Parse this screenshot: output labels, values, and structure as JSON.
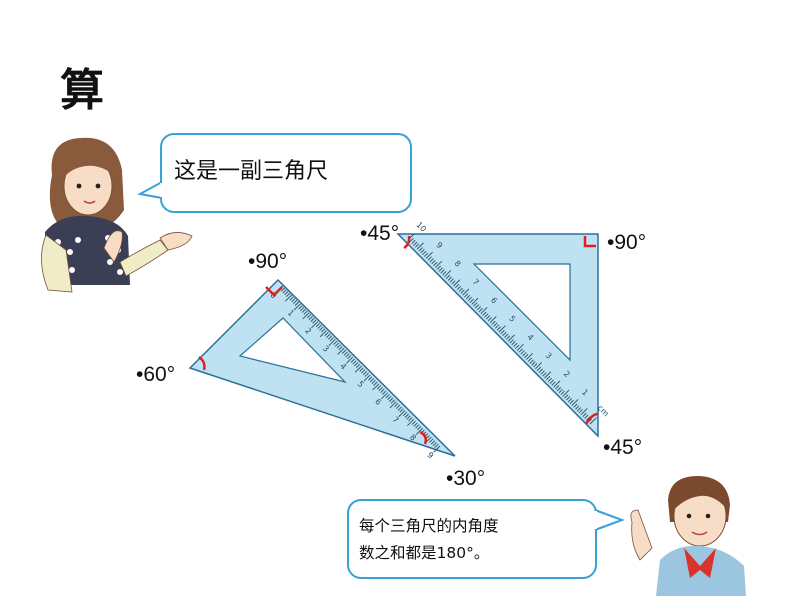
{
  "heading": "算",
  "bubble_top": "这是一副三角尺",
  "bubble_bottom": {
    "line1": "每个三角尺的内角度",
    "line2": "数之和都是180°。"
  },
  "triangle_30_60_90": {
    "angle_right": "•90°",
    "angle_60": "•60°",
    "angle_30": "•30°",
    "ruler_numbers": [
      "0",
      "1",
      "2",
      "3",
      "4",
      "5",
      "6",
      "7",
      "8",
      "9"
    ]
  },
  "triangle_45_45_90": {
    "angle_top_left": "•45°",
    "angle_right": "•90°",
    "angle_bottom": "•45°",
    "ruler_numbers": [
      "10",
      "9",
      "8",
      "7",
      "6",
      "5",
      "4",
      "3",
      "2",
      "1",
      "cm"
    ]
  },
  "colors": {
    "bubble_border": "#3aa0d8",
    "ruler_fill": "#bfe2f3",
    "ruler_outline": "#2b6e9a",
    "angle_mark": "#e02020"
  }
}
